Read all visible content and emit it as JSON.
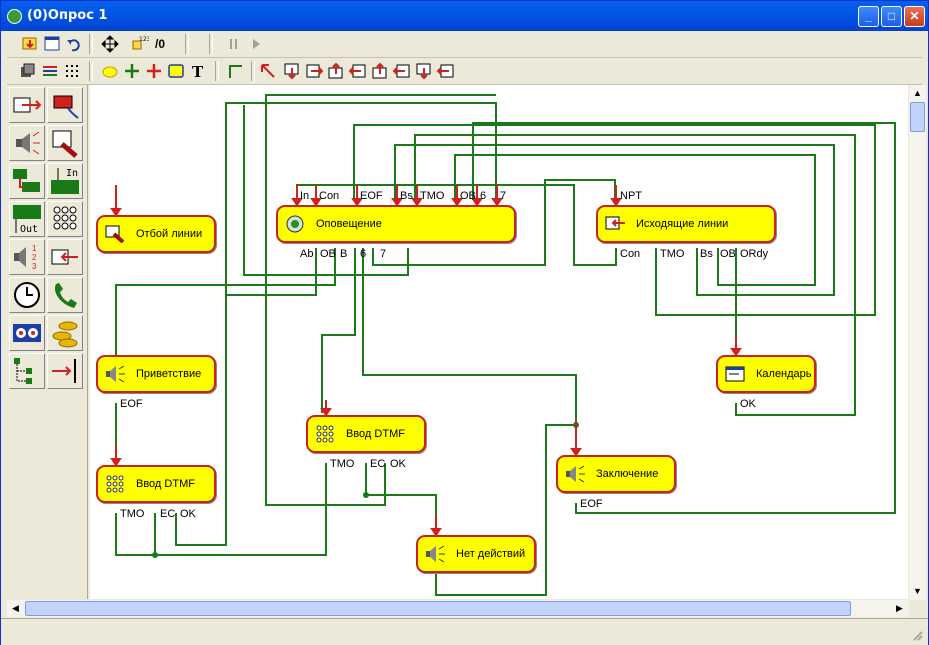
{
  "window": {
    "title": "(0)Опрос 1"
  },
  "toolbar1": {
    "counter_label": "/0"
  },
  "palette": {
    "items": [
      "Вход",
      "Выход",
      "Воспроизведение",
      "Запись",
      "Line in",
      "In",
      "Out",
      "Ввод DTMF",
      "Голосовое меню",
      "Исходящая линия",
      "Время",
      "Звонок",
      "Запись разговора",
      "Оплата",
      "Ветвление",
      "Конец"
    ]
  },
  "diagram": {
    "nodes": {
      "otboi": {
        "label": "Отбой линии",
        "icon": "hangup-icon"
      },
      "opoveshenie": {
        "label": "Оповещение",
        "icon": "disc-icon",
        "inputs": [
          "In",
          "Con",
          "EOF",
          "Bs",
          "TMO",
          "OB",
          "6",
          "7"
        ],
        "outputs": [
          "Ab",
          "OB",
          "B",
          "6",
          "7"
        ]
      },
      "iskhod": {
        "label": "Исходящие линии",
        "icon": "outgoing-line-icon",
        "inputs": [
          "NPT"
        ],
        "outputs": [
          "Con",
          "TMO",
          "Bs",
          "OB",
          "ORdy"
        ]
      },
      "privetstvie": {
        "label": "Приветствие",
        "icon": "speaker-icon",
        "outputs": [
          "EOF"
        ]
      },
      "vvod1": {
        "label": "Ввод DTMF",
        "icon": "keypad-icon",
        "outputs": [
          "TMO",
          "EC",
          "OK"
        ]
      },
      "vvod2": {
        "label": "Ввод DTMF",
        "icon": "keypad-icon",
        "outputs": [
          "TMO",
          "EC",
          "OK"
        ]
      },
      "kalendar": {
        "label": "Календарь",
        "icon": "calendar-icon",
        "outputs": [
          "OK"
        ]
      },
      "zakluchenie": {
        "label": "Заключение",
        "icon": "speaker-icon",
        "outputs": [
          "EOF"
        ]
      },
      "net": {
        "label": "Нет действий",
        "icon": "speaker-icon"
      }
    }
  },
  "colors": {
    "node_fill": "#ffff00",
    "node_border": "#cc2020",
    "wire": "#1a7a1a",
    "arrow": "#d02020"
  }
}
